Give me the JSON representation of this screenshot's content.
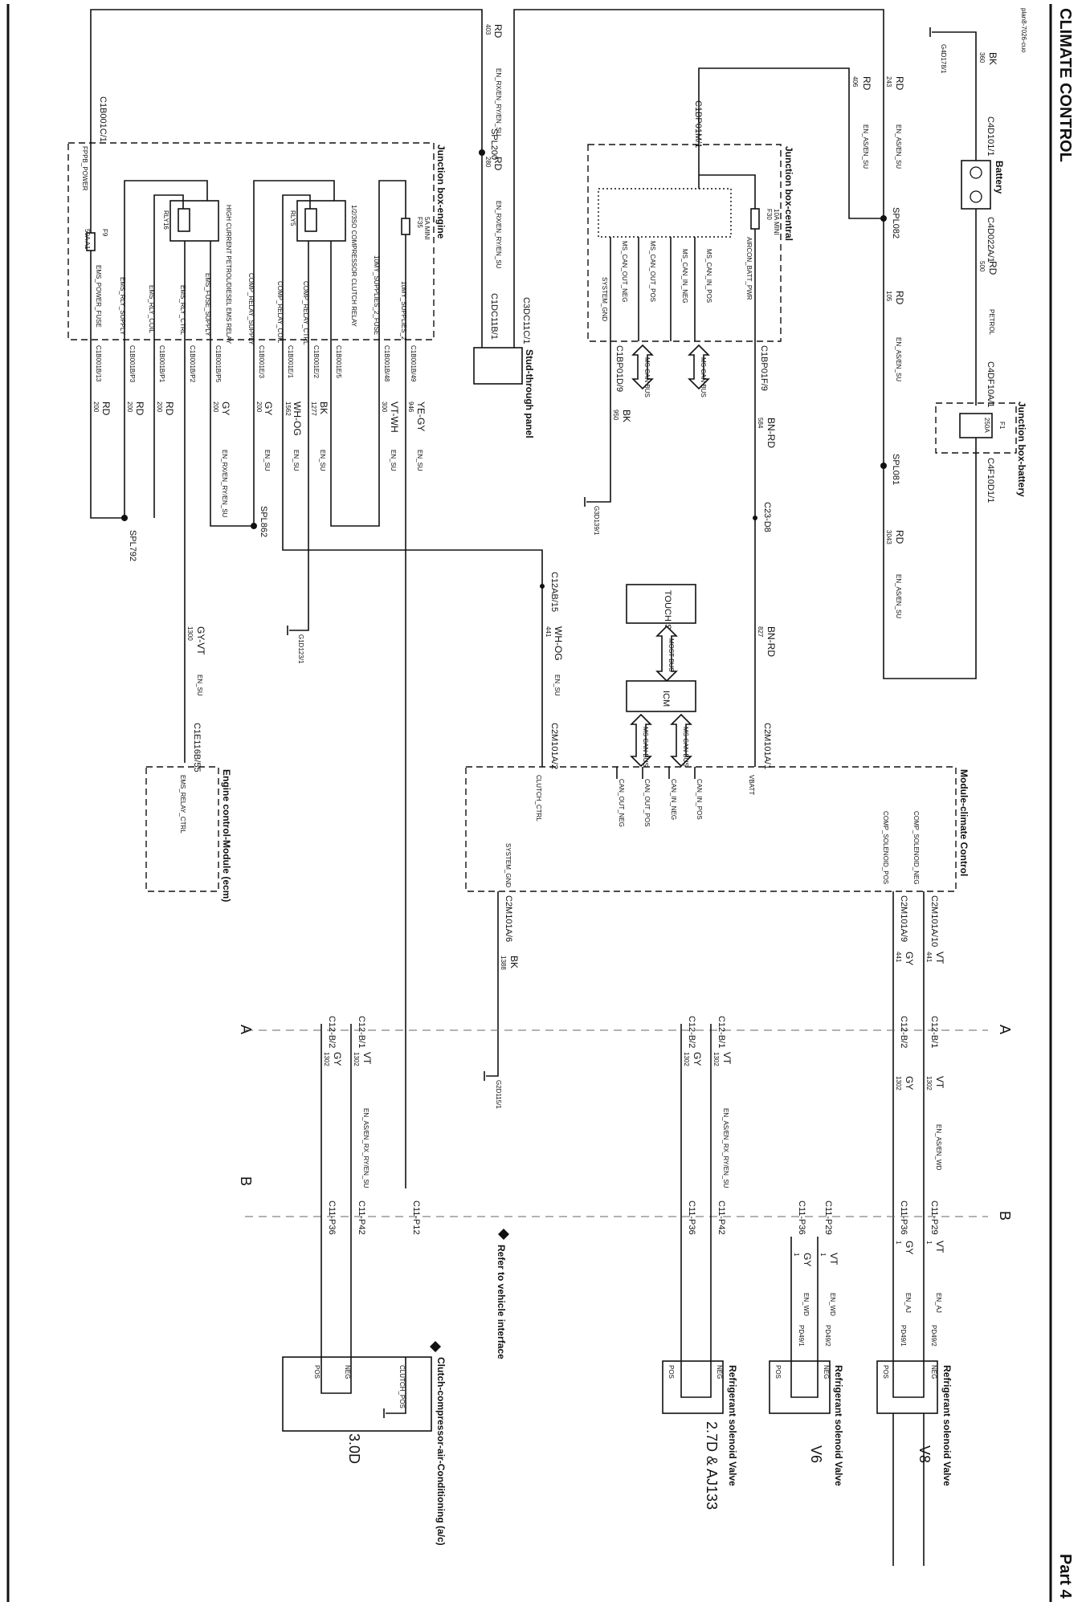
{
  "header": {
    "title": "CLIMATE CONTROL",
    "part": "Part 4",
    "ref": "plan8-7026-cuo"
  },
  "modules": {
    "battery": "Battery",
    "jb_battery": "Junction box-battery",
    "jb_central": "Junction box-central",
    "jb_engine": "Junction box-engine",
    "stud_panel": "Stud-through panel",
    "mcc": "Module-climate Control",
    "ecm": "Engine control-Module (ecm)",
    "touch_screen": "TOUCH SCREEN",
    "icm": "ICM",
    "valve": "Refrigerant solenoid Valve",
    "clutch": "Clutch-compressor-air-Conditioning (a/c)",
    "rly16": "RLY16",
    "rly5": "RLY5",
    "high_current_relay": "HIGH CURRENT PETROL/DIESEL EMS RELAY",
    "comp_clutch_relay": "1/2/3SO COMPRESSOR CLUTCH RELAY"
  },
  "variants": {
    "v8": "V8",
    "v6": "V6",
    "v27": "2.7D & AJ133",
    "d30": "3.0D"
  },
  "cuts": {
    "a": "A",
    "b": "B"
  },
  "refer_note": "Refer to vehicle interface",
  "fuses": {
    "f30": "F30",
    "f30_rating": "10A MINI",
    "f35": "F35",
    "f35_rating": "5A MINI",
    "f9": "F9",
    "f9_rating": "50A A1",
    "f1": "F1",
    "f1_rating": "250A"
  },
  "connectors": {
    "c4d101": "C4D101/1",
    "c4d022a": "C4D022A/1",
    "c4df10a": "C4DF10A/1",
    "c4f10d1": "C4F10D1/1",
    "c1bp01m": "C1BP01M/1",
    "c1bp01f": "C1BP01F/9",
    "c1bp01d": "C1BP01D/9",
    "c1b001c1": "C1B001C/1",
    "c3dc11c1": "C3DC11C/1",
    "c1dc11b1": "C1DC11B/1",
    "c1b001b13": "C1B001B/13",
    "c1b001b3": "C1B001B/P3",
    "c1b001b1": "C1B001B/P1",
    "c1b001b2": "C1B001B/P2",
    "c1b001b5": "C1B001B/P5",
    "c1b001e3": "C1B001E/3",
    "c1b001e1": "C1B001E/1",
    "c1b001e2": "C1B001E/2",
    "c1b001e5": "C1B001E/5",
    "c1b001b48": "C1B001B/48",
    "c1b001b49": "C1B001B/49",
    "c23d8": "C23-D8",
    "c12ab15": "C12AB/15",
    "c2m101a1": "C2M101A/1",
    "c2m101a2": "C2M101A/2",
    "c2m101a10": "C2M101A/10",
    "c2m101a9": "C2M101A/9",
    "c2m101a6": "C2M101A/6",
    "c1e116b": "C1E116B/55",
    "c12b1": "C12-B/1",
    "c12b2": "C12-B/2",
    "c11p29": "C11-P29",
    "c11p36": "C11-P36",
    "c11p42": "C11-P42",
    "c11p12": "C11-P12",
    "pd491": "PD49/1",
    "pd492": "PD49/2",
    "g4d178": "G4D178/1",
    "g3d139": "G3D139/1",
    "g1d123": "G1D123/1",
    "g2d115": "G2D115/1"
  },
  "splices": {
    "spl082": "SPL082",
    "spl081": "SPL081",
    "spl200": "SPL200",
    "spl862": "SPL862",
    "spl792": "SPL792"
  },
  "pins": {
    "aircon_batt": "AIRCON_BATT_PWR",
    "ms_can_in_pos": "MS_CAN_IN_POS",
    "ms_can_in_neg": "MS_CAN_IN_NEG",
    "ms_can_out_pos": "MS_CAN_OUT_POS",
    "ms_can_out_neg": "MS_CAN_OUT_NEG",
    "system_gnd": "SYSTEM_GND",
    "vbatt": "VBATT",
    "can_in_pos": "CAN_IN_POS",
    "can_in_neg": "CAN_IN_NEG",
    "can_out_pos": "CAN_OUT_POS",
    "can_out_neg": "CAN_OUT_NEG",
    "clutch_ctrl": "CLUTCH_CTRL",
    "comp_sol_neg": "COMP_SOLENOID_NEG",
    "comp_sol_pos": "COMP_SOLENOID_POS",
    "ems_relay_ctrl": "EMS_RELAY_CTRL",
    "ems_power_fuse": "EMS_POWER_FUSE",
    "ems_rly_supply": "EMS_RLY_SUPPLY",
    "ems_rly_coil": "EMS_RLY_COIL",
    "ems_rly_ctrl": "EMS_RLY_CTRL",
    "ems_fuse_supply": "EMS_FUSE_SUPPLY",
    "comp_relay_supply": "COMP_RELAY_SUPPLY",
    "comp_relay_coil": "COMP_RELAY_COIL",
    "comp_relay_ctrl": "COMP_RELAY_CTRL",
    "supplies_2_fuse": "10MY_SUPPLIES_2_FUSE",
    "supplies_2": "10MY_SUPPLIES_2",
    "fppb_power": "FPPB_POWER",
    "petrol": "PETROL",
    "neg": "NEG",
    "pos": "POS",
    "clutch_pos": "CLUTCH_POS",
    "ms_can_bus": "MS CAN BUS",
    "most_bus": "MOST BUS"
  },
  "wires": {
    "c_rd": "RD",
    "c_bk": "BK",
    "c_gy": "GY",
    "c_vt": "VT",
    "c_bnrd": "BN-RD",
    "c_whog": "WH-OG",
    "c_gyvt": "GY-VT",
    "c_vtwh": "VT-WH",
    "c_yegy": "YE-GY",
    "n403": "403",
    "n280": "280",
    "n243": "243",
    "n406": "406",
    "n500": "500",
    "n105": "105",
    "n3043": "3043",
    "n360": "360",
    "n584": "584",
    "n827": "827",
    "n950": "950",
    "n200": "200",
    "n1562": "1562",
    "n1277": "1277",
    "n300": "300",
    "n946": "946",
    "n1300": "1300",
    "n441": "441",
    "n1388": "1388",
    "n1302": "1302",
    "n1": "1",
    "h_en_rx": "EN_RX/EN_RY/EN_SU",
    "h_en_as": "EN_AS/EN_SU",
    "h_en_su": "EN_SU",
    "h_en_as_wd": "EN_AS/EN_WD",
    "h_en_as_rx": "EN_AS/EN_RX_RY/EN_SU",
    "h_en_aj": "EN_AJ",
    "h_en_wd": "EN_WD"
  }
}
